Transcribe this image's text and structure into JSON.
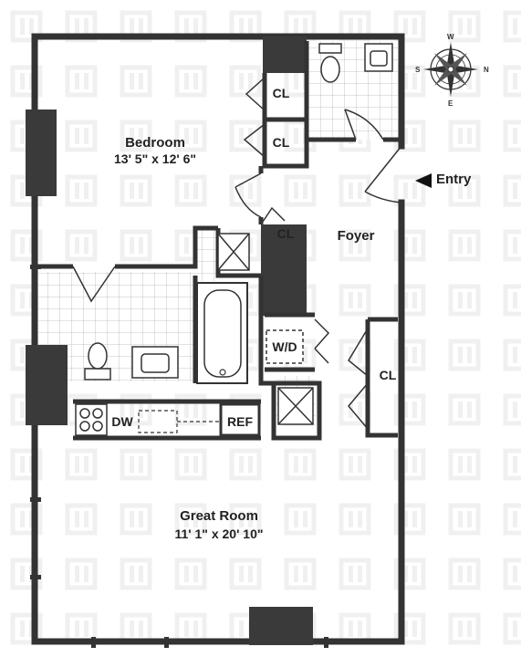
{
  "rooms": {
    "bedroom": {
      "name": "Bedroom",
      "dimensions": "13' 5\" x 12' 6\""
    },
    "great_room": {
      "name": "Great Room",
      "dimensions": "11' 1\" x 20' 10\""
    },
    "foyer": {
      "name": "Foyer"
    }
  },
  "closets": {
    "closet_1": "CL",
    "closet_2": "CL",
    "closet_3": "CL",
    "closet_4": "CL"
  },
  "fixtures": {
    "washer_dryer": "W/D",
    "dishwasher": "DW",
    "refrigerator": "REF"
  },
  "entry": {
    "label": "Entry"
  },
  "compass": {
    "n": "N",
    "s": "S",
    "e": "E",
    "w": "W"
  },
  "colors": {
    "wall": "#333333",
    "column": "#3a3a3a",
    "tile": "#b5b5b5",
    "watermark": "#eeeeee"
  }
}
